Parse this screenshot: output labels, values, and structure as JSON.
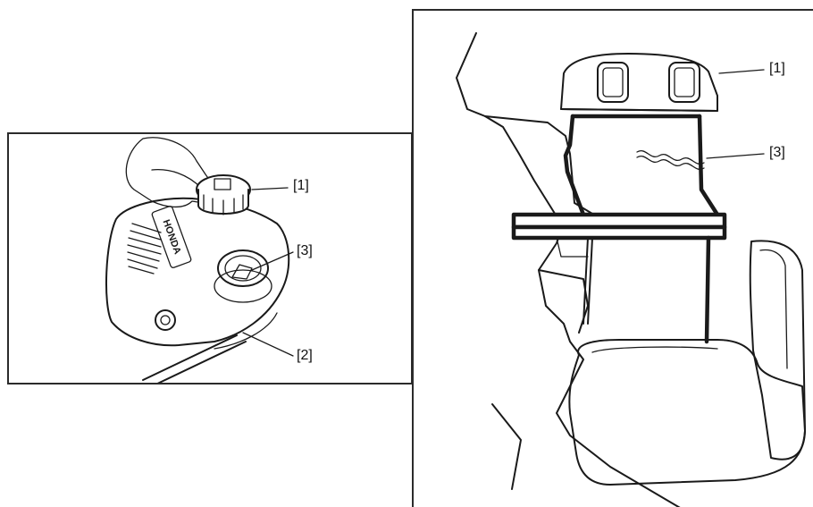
{
  "left_figure": {
    "callouts": [
      {
        "id": "1",
        "label": "[1]"
      },
      {
        "id": "3",
        "label": "[3]"
      },
      {
        "id": "2",
        "label": "[2]"
      }
    ],
    "brand_mark": "HONDA"
  },
  "right_figure": {
    "callouts": [
      {
        "id": "1",
        "label": "[1]"
      },
      {
        "id": "3",
        "label": "[3]"
      }
    ]
  },
  "colors": {
    "line": "#1a1a1a",
    "background": "#ffffff",
    "border": "#2b2b2b"
  }
}
